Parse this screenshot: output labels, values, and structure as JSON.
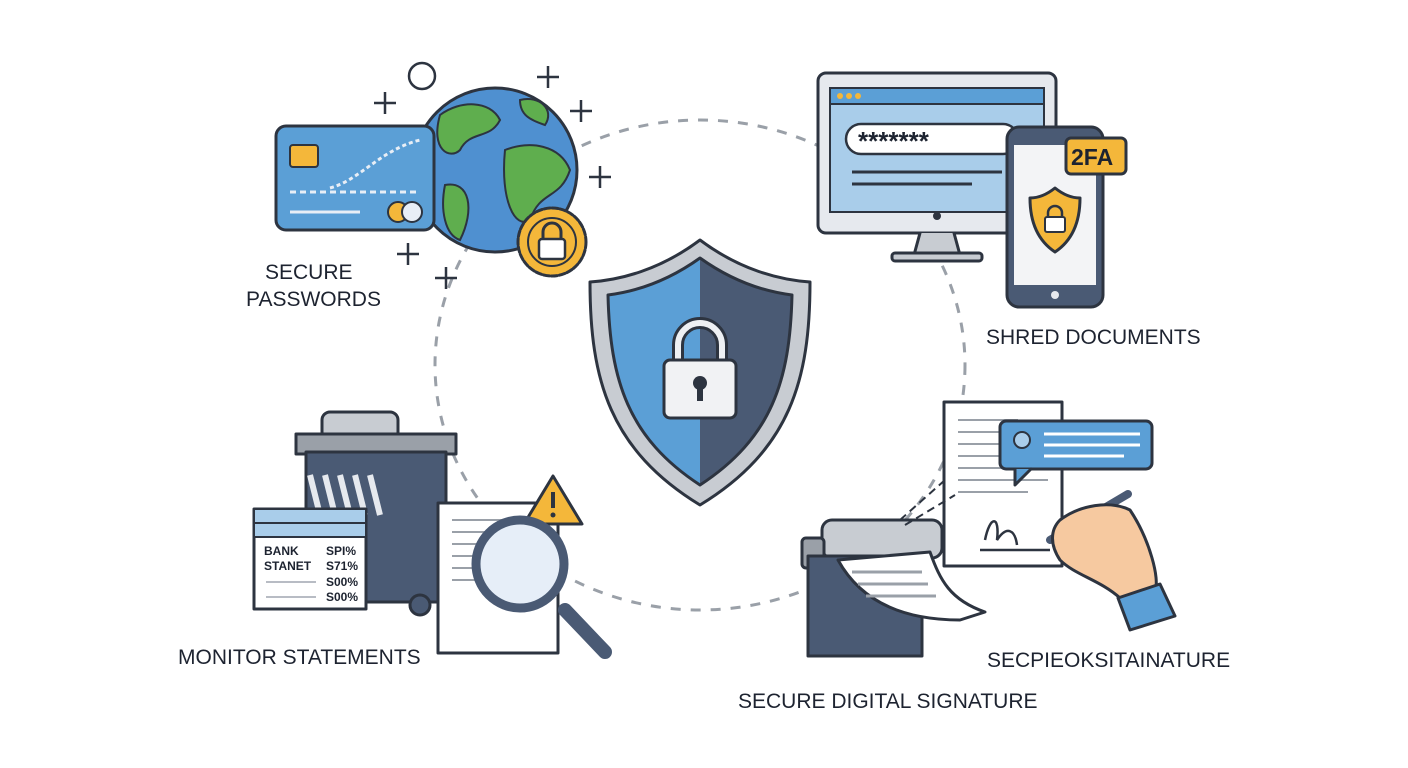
{
  "labels": {
    "secure_passwords_line1": "SECURE",
    "secure_passwords_line2": "PASSWORDS",
    "shred_documents": "SHRED DOCUMENTS",
    "monitor_statements": "MONITOR STATEMENTS",
    "garbled_signature": "SECPIEOKSITAINATURE",
    "secure_digital_signature": "SECURE DIGITAL SIGNATURE"
  },
  "monitor": {
    "password_mask": "*******"
  },
  "phone": {
    "badge": "2FA"
  },
  "statement": {
    "rows": [
      {
        "label": "BANK",
        "value": "SPI%"
      },
      {
        "label": "STANET",
        "value": "S71%"
      },
      {
        "label": "",
        "value": "S00%"
      },
      {
        "label": "",
        "value": "S00%"
      }
    ]
  },
  "colors": {
    "shield_light": "#5b9fd6",
    "shield_dark": "#4a5a74",
    "accent_yellow": "#f4b73a",
    "outline": "#2d3440",
    "globe_land": "#5fae4e"
  },
  "icons": [
    "credit-card-icon",
    "globe-icon",
    "padlock-icon",
    "shield-icon",
    "monitor-icon",
    "smartphone-icon",
    "shredder-icon",
    "magnifier-icon",
    "warning-icon",
    "document-icon",
    "chat-bubble-icon",
    "hand-pen-icon",
    "printer-icon"
  ]
}
